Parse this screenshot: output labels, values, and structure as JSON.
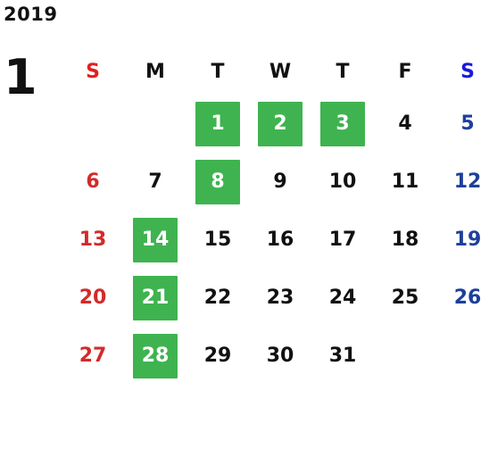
{
  "year": "2019",
  "month": "1",
  "colors": {
    "sunday_header": "#e02020",
    "saturday_header": "#1a1ae0",
    "sunday_date": "#d42a2a",
    "saturday_date": "#1e3f9a",
    "weekday_date": "#111111",
    "highlight_bg": "#3fb34f",
    "highlight_text": "#ffffff"
  },
  "weekday_headers": [
    "S",
    "M",
    "T",
    "W",
    "T",
    "F",
    "S"
  ],
  "weeks": [
    [
      "",
      "",
      "1",
      "2",
      "3",
      "4",
      "5"
    ],
    [
      "6",
      "7",
      "8",
      "9",
      "10",
      "11",
      "12"
    ],
    [
      "13",
      "14",
      "15",
      "16",
      "17",
      "18",
      "19"
    ],
    [
      "20",
      "21",
      "22",
      "23",
      "24",
      "25",
      "26"
    ],
    [
      "27",
      "28",
      "29",
      "30",
      "31",
      "",
      ""
    ]
  ],
  "highlighted_days": [
    "1",
    "2",
    "3",
    "8",
    "14",
    "21",
    "28"
  ]
}
